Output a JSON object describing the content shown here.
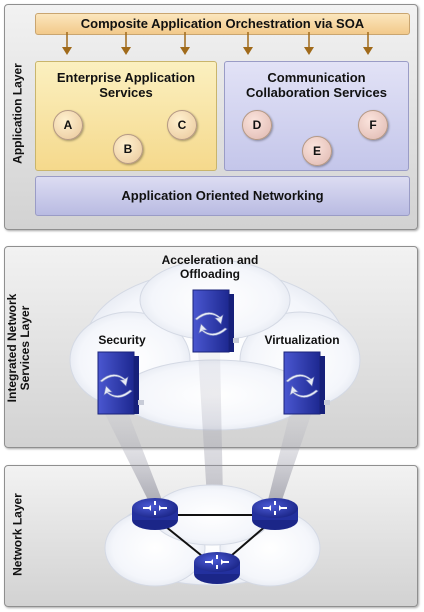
{
  "application_layer": {
    "label": "Application Layer",
    "soa_bar": "Composite Application Orchestration via SOA",
    "enterprise": {
      "title_line1": "Enterprise Application",
      "title_line2": "Services",
      "circles": [
        "A",
        "B",
        "C"
      ]
    },
    "communication": {
      "title_line1": "Communication",
      "title_line2": "Collaboration Services",
      "circles": [
        "D",
        "E",
        "F"
      ]
    },
    "aon_bar": "Application Oriented Networking"
  },
  "services_layer": {
    "label_line1": "Integrated Network",
    "label_line2": "Services Layer",
    "acceleration_line1": "Acceleration and",
    "acceleration_line2": "Offloading",
    "security": "Security",
    "virtualization": "Virtualization"
  },
  "network_layer": {
    "label": "Network Layer"
  },
  "colors": {
    "yellow": "#f9e7a4",
    "lavender": "#cfd0ec",
    "aon": "#c6c8e6",
    "soa": "#f9d8a0",
    "arrow": "#a06a1a",
    "device": "#2d3bb8"
  },
  "icons": [
    "appliance-icon",
    "router-icon",
    "cloud-icon"
  ]
}
